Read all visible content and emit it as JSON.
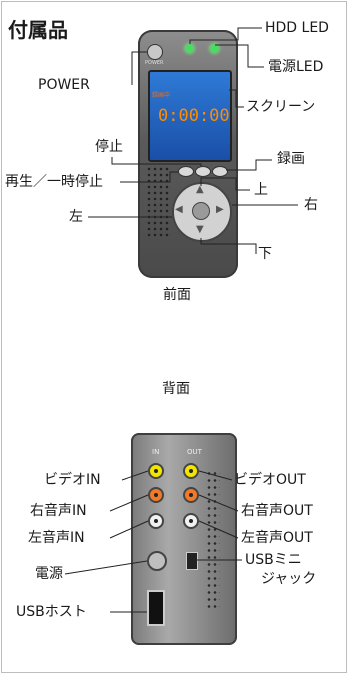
{
  "title": "付属品",
  "front": {
    "caption": "前面",
    "labels": {
      "hdd_led": "HDD LED",
      "power_led": "電源LED",
      "power": "POWER",
      "screen": "スクリーン",
      "stop": "停止",
      "record": "録画",
      "play_pause": "再生／一時停止",
      "up": "上",
      "right": "右",
      "left": "左",
      "down": "下"
    },
    "screen_time": "0:00:00",
    "screen_small": "録画中"
  },
  "back": {
    "caption": "背面",
    "labels": {
      "video_in": "ビデオIN",
      "audio_r_in": "右音声IN",
      "audio_l_in": "左音声IN",
      "dc_power": "電源",
      "usb_host": "USBホスト",
      "video_out": "ビデオOUT",
      "audio_r_out": "右音声OUT",
      "audio_l_out": "左音声OUT",
      "usb_mini": "USBミニ",
      "usb_mini_2": "ジャック"
    },
    "in_tag": "IN",
    "out_tag": "OUT"
  }
}
